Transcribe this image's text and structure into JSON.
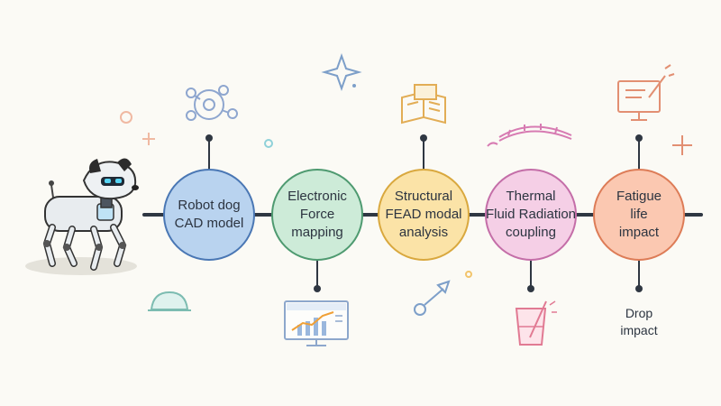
{
  "steps": [
    {
      "line1": "Robot dog",
      "line2": "CAD model",
      "line3": "",
      "fill": "#b9d3ef",
      "stroke": "#4a77b4"
    },
    {
      "line1": "Electronic",
      "line2": "Force",
      "line3": "mapping",
      "fill": "#cdebd8",
      "stroke": "#4e9a70"
    },
    {
      "line1": "Structural",
      "line2": "FEAD modal",
      "line3": "analysis",
      "fill": "#fbe3a7",
      "stroke": "#d9a83e"
    },
    {
      "line1": "Thermal",
      "line2": "Fluid Radiation",
      "line3": "coupling",
      "fill": "#f5cfe6",
      "stroke": "#c46ea8"
    },
    {
      "line1": "Fatigue",
      "line2": "life",
      "line3": "impact",
      "fill": "#fbc8b1",
      "stroke": "#dd7c57"
    }
  ],
  "branch": {
    "line1": "Drop",
    "line2": "impact"
  },
  "colors": {
    "connector": "#2f3742",
    "dot": "#2f3742"
  }
}
